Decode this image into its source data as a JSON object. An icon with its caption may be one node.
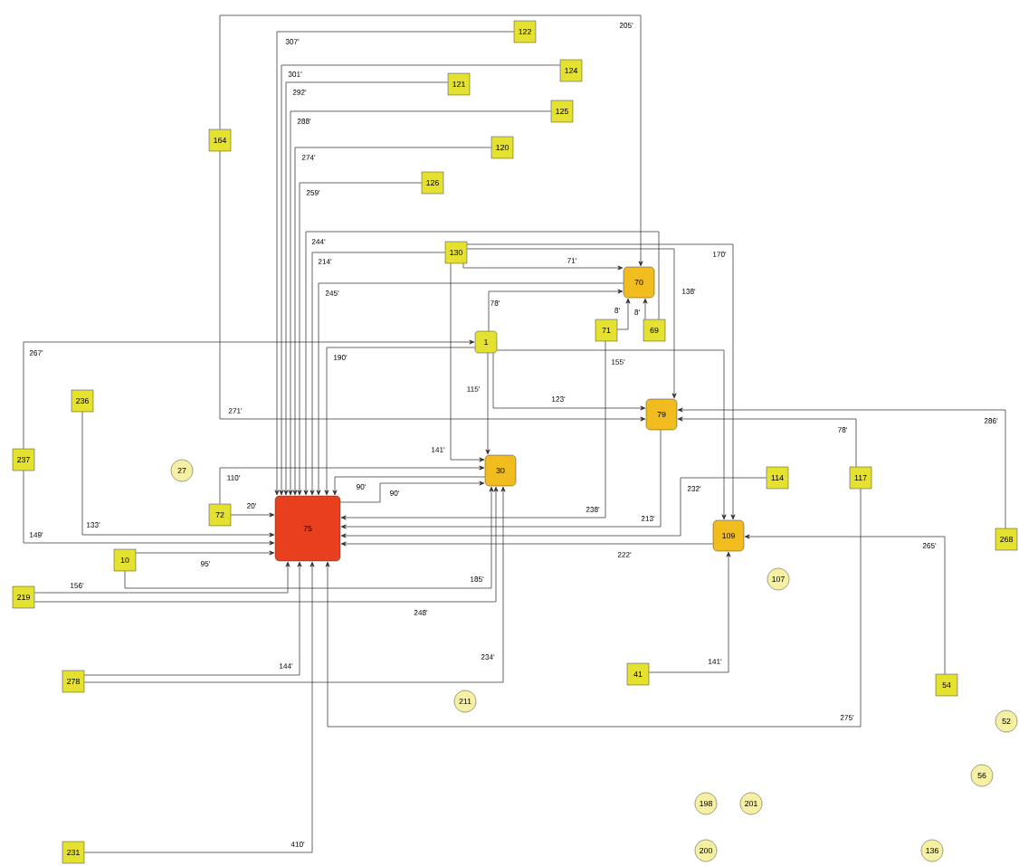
{
  "diagram": {
    "nodes": [
      {
        "text": [
          "122"
        ]
      },
      {
        "text": [
          "124"
        ]
      },
      {
        "text": [
          "121"
        ]
      },
      {
        "text": [
          "125"
        ]
      },
      {
        "text": [
          "164"
        ]
      },
      {
        "text": [
          "120"
        ]
      },
      {
        "text": [
          "126"
        ]
      },
      {
        "text": [
          "130"
        ]
      },
      {
        "text": [
          "70"
        ]
      },
      {
        "text": [
          "71"
        ]
      },
      {
        "text": [
          "69"
        ]
      },
      {
        "text": [
          "1"
        ]
      },
      {
        "text": [
          "236"
        ]
      },
      {
        "text": [
          "79"
        ]
      },
      {
        "text": [
          "237"
        ]
      },
      {
        "text": [
          "27"
        ]
      },
      {
        "text": [
          "30"
        ]
      },
      {
        "text": [
          "114"
        ]
      },
      {
        "text": [
          "117"
        ]
      },
      {
        "text": [
          "72"
        ]
      },
      {
        "text": [
          "75"
        ]
      },
      {
        "text": [
          "10"
        ]
      },
      {
        "text": [
          "109"
        ]
      },
      {
        "text": [
          "268"
        ]
      },
      {
        "text": [
          "107"
        ]
      },
      {
        "text": [
          "219"
        ]
      },
      {
        "text": [
          "41"
        ]
      },
      {
        "text": [
          "278"
        ]
      },
      {
        "text": [
          "54"
        ]
      },
      {
        "text": [
          "211"
        ]
      },
      {
        "text": [
          "52"
        ]
      },
      {
        "text": [
          "56"
        ]
      },
      {
        "text": [
          "198"
        ]
      },
      {
        "text": [
          "201"
        ]
      },
      {
        "text": [
          "200"
        ]
      },
      {
        "text": [
          "136"
        ]
      },
      {
        "text": [
          "231"
        ]
      }
    ],
    "edges": [
      {
        "from": 4,
        "to": 8,
        "arrow": "to",
        "label": "205'"
      },
      {
        "from": 4,
        "to": 13,
        "arrow": "to",
        "label": "271'"
      },
      {
        "from": 0,
        "to": 20,
        "arrow": "to",
        "label": "307'"
      },
      {
        "from": 1,
        "to": 20,
        "arrow": "to",
        "label": "301'"
      },
      {
        "from": 2,
        "to": 20,
        "arrow": "to",
        "label": "292'"
      },
      {
        "from": 3,
        "to": 20,
        "arrow": "to",
        "label": "288'"
      },
      {
        "from": 5,
        "to": 20,
        "arrow": "to",
        "label": "274'"
      },
      {
        "from": 6,
        "to": 20,
        "arrow": "to",
        "label": "259'"
      },
      {
        "from": 10,
        "to": 20,
        "arrow": "to",
        "label": "244'"
      },
      {
        "from": 7,
        "to": 20,
        "arrow": "to",
        "label": "214'"
      },
      {
        "from": 8,
        "to": 20,
        "arrow": "to",
        "label": "245'"
      },
      {
        "from": 11,
        "to": 20,
        "arrow": "to",
        "label": "190'"
      },
      {
        "from": 16,
        "to": 20,
        "arrow": "to",
        "label": "90'"
      },
      {
        "from": 20,
        "to": 16,
        "arrow": "to",
        "label": "90'"
      },
      {
        "from": 7,
        "to": 16,
        "arrow": "to",
        "label": "141'"
      },
      {
        "from": 19,
        "to": 16,
        "arrow": "to",
        "label": "110'"
      },
      {
        "from": 19,
        "to": 20,
        "arrow": "to",
        "label": "20'"
      },
      {
        "from": 12,
        "to": 20,
        "arrow": "to",
        "label": "133'"
      },
      {
        "from": 14,
        "to": 20,
        "arrow": "to",
        "label": "149'"
      },
      {
        "from": 14,
        "to": 11,
        "arrow": "to",
        "label": "267'"
      },
      {
        "from": 21,
        "to": 20,
        "arrow": "to",
        "label": "95'"
      },
      {
        "from": 21,
        "to": 16,
        "arrow": "to",
        "label": "185'"
      },
      {
        "from": 25,
        "to": 20,
        "arrow": "to",
        "label": "156'"
      },
      {
        "from": 25,
        "to": 16,
        "arrow": "to",
        "label": "248'"
      },
      {
        "from": 27,
        "to": 20,
        "arrow": "to",
        "label": "144'"
      },
      {
        "from": 27,
        "to": 16,
        "arrow": "to",
        "label": "234'"
      },
      {
        "from": 36,
        "to": 20,
        "arrow": "to",
        "label": "410'"
      },
      {
        "from": 18,
        "to": 20,
        "arrow": "to",
        "label": "275'"
      },
      {
        "from": 7,
        "to": 8,
        "arrow": "to",
        "label": "71'"
      },
      {
        "from": 11,
        "to": 8,
        "arrow": "to",
        "label": "78'"
      },
      {
        "from": 9,
        "to": 8,
        "arrow": "to",
        "label": "8'"
      },
      {
        "from": 10,
        "to": 8,
        "arrow": "to",
        "label": "8'"
      },
      {
        "from": 7,
        "to": 13,
        "arrow": "to",
        "label": "138'"
      },
      {
        "from": 7,
        "to": 22,
        "arrow": "to",
        "label": "170'"
      },
      {
        "from": 11,
        "to": 16,
        "arrow": "to",
        "label": "115'"
      },
      {
        "from": 11,
        "to": 13,
        "arrow": "to",
        "label": "123'"
      },
      {
        "from": 11,
        "to": 22,
        "arrow": "to",
        "label": "155'"
      },
      {
        "from": 9,
        "to": 20,
        "arrow": "to",
        "label": "238'"
      },
      {
        "from": 13,
        "to": 20,
        "arrow": "to",
        "label": "213'"
      },
      {
        "from": 17,
        "to": 20,
        "arrow": "to",
        "label": "232'"
      },
      {
        "from": 22,
        "to": 20,
        "arrow": "to",
        "label": "222'"
      },
      {
        "from": 18,
        "to": 13,
        "arrow": "to",
        "label": "78'"
      },
      {
        "from": 23,
        "to": 13,
        "arrow": "to",
        "label": "286'"
      },
      {
        "from": 28,
        "to": 22,
        "arrow": "to",
        "label": "265'"
      },
      {
        "from": 26,
        "to": 22,
        "arrow": "to",
        "label": "141'"
      }
    ]
  }
}
